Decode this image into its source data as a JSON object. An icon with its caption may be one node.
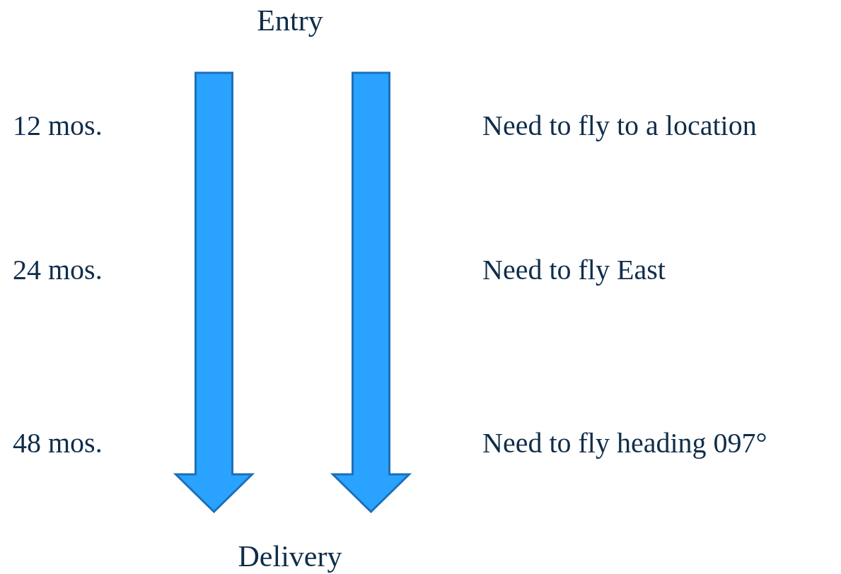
{
  "diagram": {
    "nodes": [
      {
        "text": [
          "Entry"
        ]
      },
      {
        "text": [
          "Delivery"
        ]
      }
    ],
    "edges": [
      {
        "from": 0,
        "to": 1,
        "arrow": "to",
        "style": "thick"
      },
      {
        "from": 0,
        "to": 1,
        "arrow": "to",
        "style": "thick"
      }
    ],
    "labels": [
      "12 mos.",
      "Need to fly to a location",
      "24 mos.",
      "Need to fly East",
      "48 mos.",
      "Need to fly heading 097°"
    ]
  }
}
